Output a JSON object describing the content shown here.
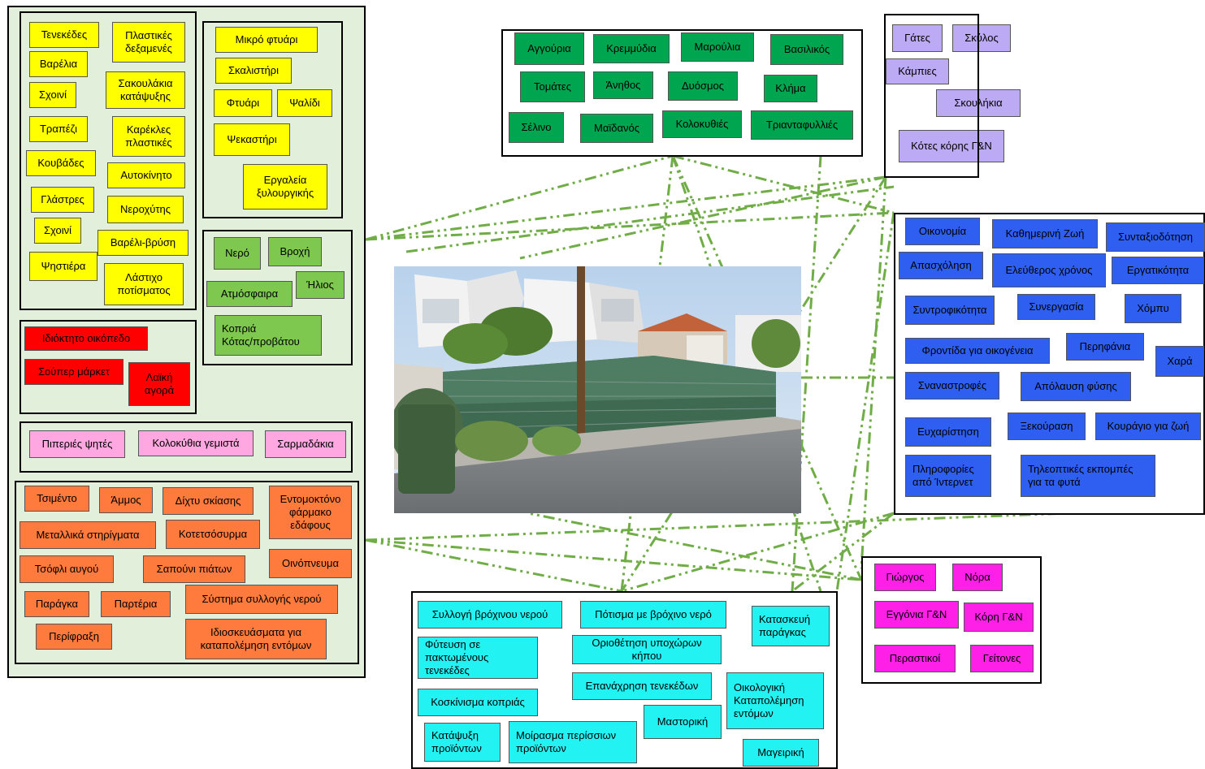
{
  "tools": {
    "col1": [
      "Τενεκέδες",
      "Βαρέλια",
      "Σχοινί",
      "Τραπέζι",
      "Κουβάδες",
      "Γλάστρες",
      "Σχοινί",
      "Ψηστιέρα"
    ],
    "col2": [
      "Πλαστικές\nδεξαμενές",
      "Σακουλάκια\nκατάψυξης",
      "Καρέκλες\nπλαστικές",
      "Αυτοκίνητο",
      "Νεροχύτης",
      "Βαρέλι-βρύση",
      "Λάστιχο\nποτίσματος"
    ],
    "garden": [
      "Μικρό φτυάρι",
      "Σκαλιστήρι",
      "Φτυάρι",
      "Ψαλίδι",
      "Ψεκαστήρι",
      "Εργαλεία\nξυλουργικής"
    ]
  },
  "nature": [
    "Νερό",
    "Βροχή",
    "Ατμόσφαιρα",
    "Ήλιος",
    "Κοπριά\nΚότας/προβάτου"
  ],
  "places": [
    "Ιδιόκτητο οικόπεδο",
    "Σούπερ μάρκετ",
    "Λαϊκή\nαγορά"
  ],
  "dishes": [
    "Πιπεριές ψητές",
    "Κολοκύθια γεμιστά",
    "Σαρμαδάκια"
  ],
  "materials": [
    "Τσιμέντο",
    "Άμμος",
    "Δίχτυ σκίασης",
    "Εντομοκτόνο\nφάρμακο\nεδάφους",
    "Μεταλλικά στηρίγματα",
    "Κοτετσόσυρμα",
    "Τσόφλι αυγού",
    "Σαπούνι πιάτων",
    "Οινόπνευμα",
    "Παράγκα",
    "Παρτέρια",
    "Σύστημα συλλογής  νερού",
    "Περίφραξη",
    "Ιδιοσκευάσματα για\nκαταπολέμηση εντόμων"
  ],
  "plants": [
    "Αγγούρια",
    "Κρεμμύδια",
    "Μαρούλια",
    "Βασιλικός",
    "Τομάτες",
    "Άνηθος",
    "Δυόσμος",
    "Κλήμα",
    "Σέλινο",
    "Μαϊδανός",
    "Κολοκυθιές",
    "Τριανταφυλλιές"
  ],
  "animals": [
    "Γάτες",
    "Σκύλος",
    "Κάμπιες",
    "Σκουλήκια",
    "Κότες κόρης Γ&Ν"
  ],
  "values": [
    "Οικονομία",
    "Καθημερινή Ζωή",
    "Συνταξιοδότηση",
    "Απασχόληση",
    "Ελεύθερος χρόνος",
    "Εργατικότητα",
    "Συντροφικότητα",
    "Συνεργασία",
    "Χόμπυ",
    "Φροντίδα για οικογένεια",
    "Περηφάνια",
    "Χαρά",
    "Σναναστροφές",
    "Απόλαυση φύσης",
    "Ευχαρίστηση",
    "Ξεκούραση",
    "Κουράγιο για ζωή",
    "Πληροφορίες\nαπό Ίντερνετ",
    "Τηλεοπτικές εκπομπές\nγια τα φυτά"
  ],
  "people": [
    "Γιώργος",
    "Νόρα",
    "Εγγόνια Γ&Ν",
    "Κόρη Γ&Ν",
    "Περαστικοί",
    "Γείτονες"
  ],
  "activities": [
    "Συλλογή βρόχινου νερού",
    "Πότισμα με βρόχινο νερό",
    "Κατασκευή\nπαράγκας",
    "Φύτευση σε\nπακτωμένους τενεκέδες",
    "Οριοθέτηση υποχώρων κήπου",
    "Επανάχρηση τενεκέδων",
    "Οικολογική\nΚαταπολέμηση\nεντόμων",
    "Κοσκίνισμα κοπριάς",
    "Μαστορική",
    "Κατάψυξη\nπροϊόντων",
    "Μοίρασμα περίσσιων\nπροϊόντων",
    "Μαγειρική"
  ],
  "colors": {
    "frame_fill": "#e2efda",
    "yellow": "#ffff00",
    "light_green": "#7ec850",
    "red": "#ff0000",
    "pink": "#ffa7e0",
    "orange": "#ff7a3d",
    "green": "#00a550",
    "lavender": "#bdaaf5",
    "blue": "#2f5ff0",
    "magenta": "#ff20e8",
    "cyan": "#22f2f2",
    "link": "#70ad47"
  }
}
